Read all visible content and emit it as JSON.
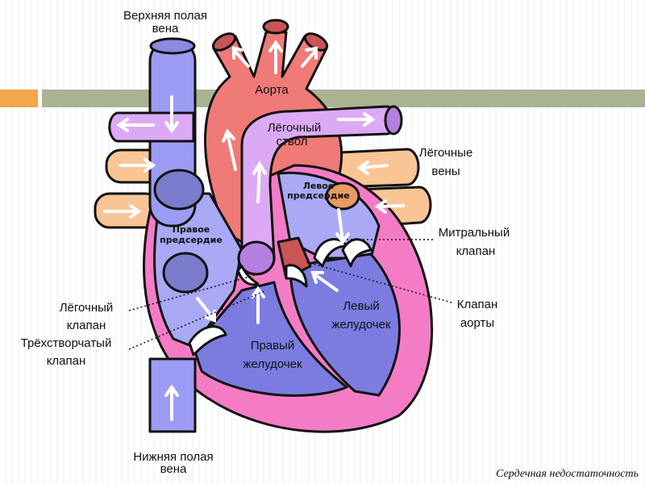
{
  "labels": {
    "svc": [
      "Верхняя полая",
      "вена"
    ],
    "aorta": "Аорта",
    "pulmonary_trunk": [
      "Лёгочный",
      "ствол"
    ],
    "pulmonary_veins": [
      "Лёгочные",
      "вены"
    ],
    "left_atrium": [
      "Левое",
      "предсердие"
    ],
    "right_atrium": [
      "Правое",
      "предсердие"
    ],
    "mitral_valve": [
      "Митральный",
      "клапан"
    ],
    "pulmonary_valve": [
      "Лёгочный",
      "клапан"
    ],
    "tricuspid_valve": [
      "Трёхстворчатый",
      "клапан"
    ],
    "aortic_valve": [
      "Клапан",
      "аорты"
    ],
    "left_ventricle": [
      "Левый",
      "желудочек"
    ],
    "right_ventricle": [
      "Правый",
      "желудочек"
    ],
    "ivc": [
      "Нижняя полая",
      "вена"
    ]
  },
  "caption": "Сердечная недостаточность",
  "colors": {
    "accent_orange": "#f4a64a",
    "header_bar": "#aab391"
  }
}
